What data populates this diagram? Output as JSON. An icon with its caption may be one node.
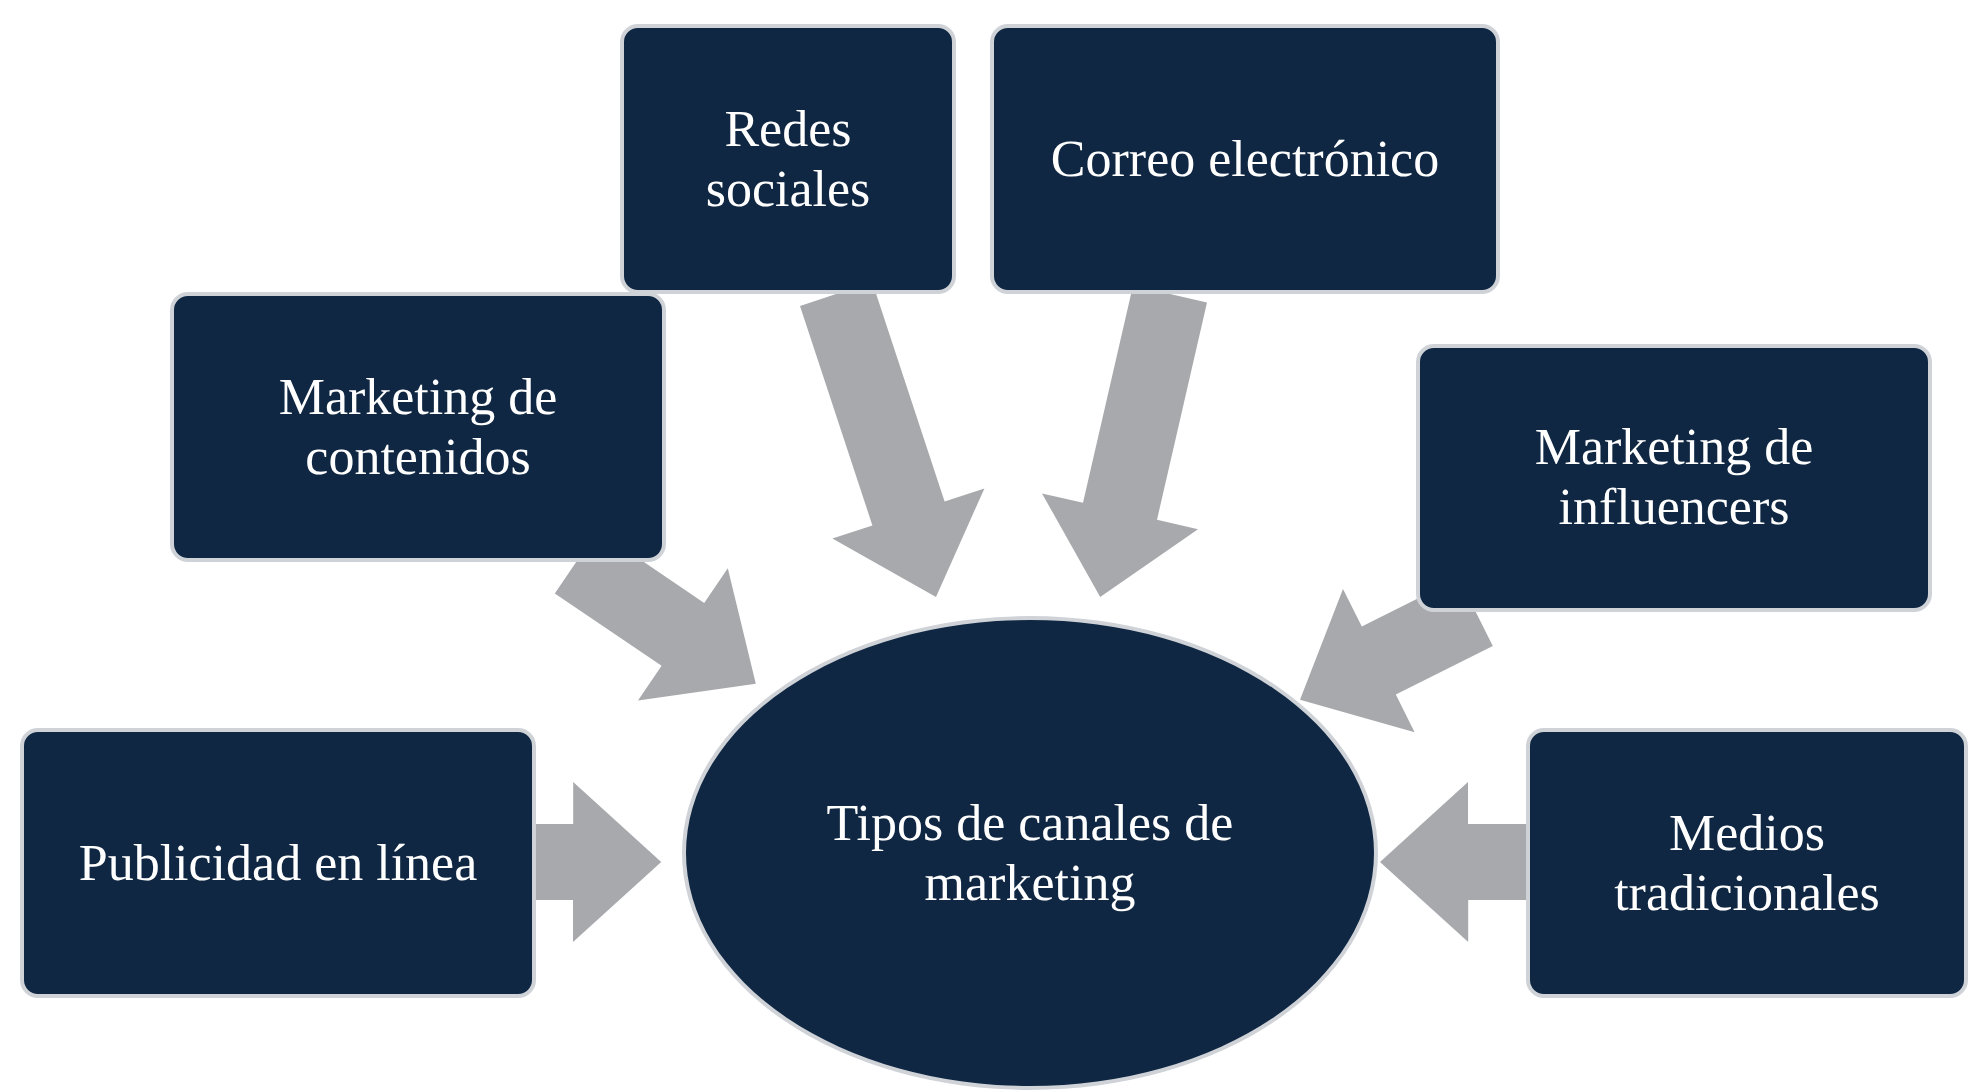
{
  "diagram": {
    "nodes": [
      {
        "text": [
          "Redes sociales"
        ]
      },
      {
        "text": [
          "Correo electrónico"
        ]
      },
      {
        "text": [
          "Marketing de contenidos"
        ]
      },
      {
        "text": [
          "Marketing de influencers"
        ]
      },
      {
        "text": [
          "Publicidad en línea"
        ]
      },
      {
        "text": [
          "Tipos de canales de marketing"
        ]
      },
      {
        "text": [
          "Medios tradicionales"
        ]
      }
    ],
    "edges": [
      {
        "from": 0,
        "to": 5,
        "arrow": "to"
      },
      {
        "from": 1,
        "to": 5,
        "arrow": "to"
      },
      {
        "from": 2,
        "to": 5,
        "arrow": "to"
      },
      {
        "from": 3,
        "to": 5,
        "arrow": "to"
      },
      {
        "from": 4,
        "to": 5,
        "arrow": "to"
      },
      {
        "from": 6,
        "to": 5,
        "arrow": "to"
      }
    ]
  }
}
